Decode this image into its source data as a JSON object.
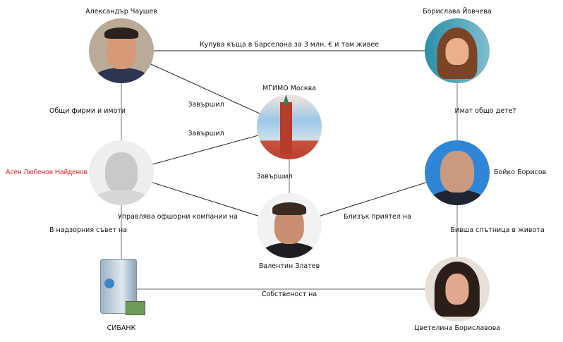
{
  "nodes": {
    "chaushev": {
      "name": "Александър Чаушев"
    },
    "yovcheva": {
      "name": "Борислава Йовчева"
    },
    "mgimo": {
      "name": "МГИМО Москва"
    },
    "naydenov": {
      "name": "Асен Любенов Найденов"
    },
    "borisov": {
      "name": "Бойко Борисов"
    },
    "zlatev": {
      "name": "Валентин Златев"
    },
    "sibank": {
      "name": "СИБАНК"
    },
    "borislavova": {
      "name": "Цветелина Бориславова"
    }
  },
  "edges": {
    "chaushev_yovcheva": "Купува къща в Барселона за 3 млн. € и там живее",
    "chaushev_mgimo": "Завършил",
    "naydenov_mgimo": "Завършил",
    "zlatev_mgimo": "Завършил",
    "chaushev_naydenov": "Общи фирми и имоти",
    "yovcheva_borisov": "Имат общо дете?",
    "naydenov_zlatev": "Управлява офшорни компании на",
    "zlatev_borisov": "Близък приятел на",
    "naydenov_sibank": "В надзорния съвет на",
    "borisov_borislavova": "Бивша спътница в живота",
    "sibank_borislavova": "Собственост на"
  },
  "colors": {
    "highlight": "#e0242b",
    "edge": "#222222",
    "edge_vertical": "#888888"
  }
}
